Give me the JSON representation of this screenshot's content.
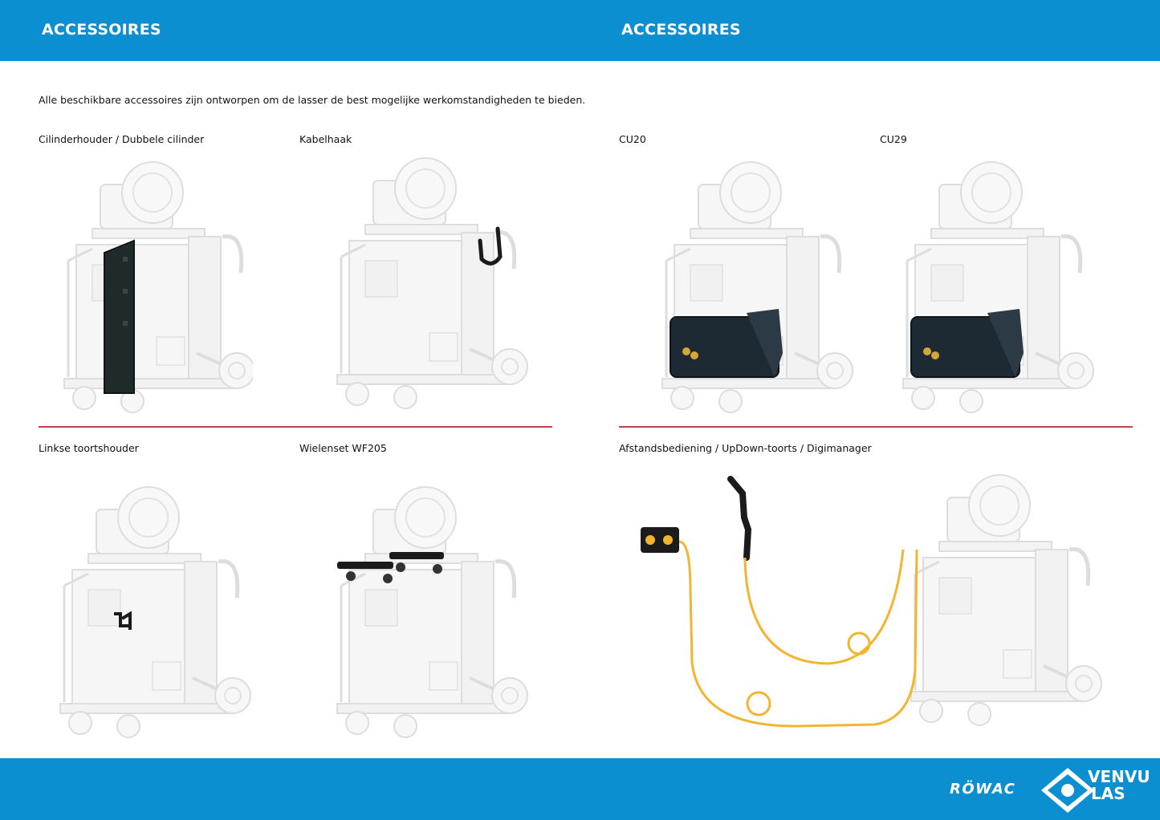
{
  "header": {
    "left_title": "ACCESSOIRES",
    "right_title": "ACCESSOIRES"
  },
  "intro": "Alle beschikbare accessoires zijn ontworpen om de lasser de best mogelijke werkomstandigheden te bieden.",
  "items": [
    {
      "label": "Cilinderhouder / Dubbele cilinder"
    },
    {
      "label": "Kabelhaak"
    },
    {
      "label": "CU20"
    },
    {
      "label": "CU29"
    },
    {
      "label": "Linkse toortshouder"
    },
    {
      "label": "Wielenset WF205"
    },
    {
      "label": "Afstandsbediening / UpDown-toorts / Digimanager"
    }
  ],
  "footer": {
    "brand_left": "RÖWAC",
    "brand_right_line1": "VENVU",
    "brand_right_line2": "LAS"
  },
  "colors": {
    "header_bg": "#0b8fd1",
    "divider": "#c64045",
    "cable": "#f2b531"
  }
}
